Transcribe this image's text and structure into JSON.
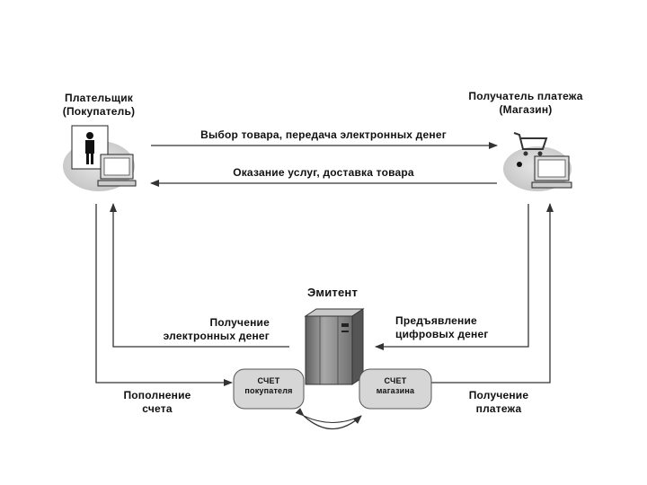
{
  "payer": {
    "line1": "Плательщик",
    "line2": "(Покупатель)"
  },
  "merchant": {
    "line1": "Получатель платежа",
    "line2": "(Магазин)"
  },
  "arrow_top": "Выбор товара, передача электронных денег",
  "arrow_second": "Оказание услуг, доставка товара",
  "issuer": "Эмитент",
  "receive_money": {
    "line1": "Получение",
    "line2": "электронных денег"
  },
  "present_money": {
    "line1": "Предъявление",
    "line2": "цифровых денег"
  },
  "top_up": {
    "line1": "Пополнение",
    "line2": "счета"
  },
  "receive_payment": {
    "line1": "Получение",
    "line2": "платежа"
  },
  "buyer_account": {
    "line1": "СЧЕТ",
    "line2": "покупателя"
  },
  "shop_account": {
    "line1": "СЧЕТ",
    "line2": "магазина"
  }
}
